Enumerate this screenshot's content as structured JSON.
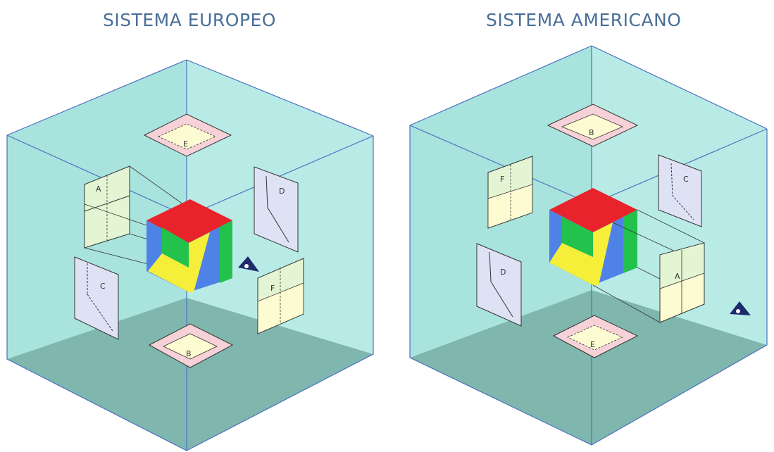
{
  "titles": {
    "left": "SISTEMA EUROPEO",
    "right": "SISTEMA AMERICANO"
  },
  "views_left": {
    "top": "E",
    "back": "A",
    "right": "D",
    "left": "C",
    "front": "F",
    "bottom": "B"
  },
  "views_right": {
    "top": "B",
    "left": "F",
    "right": "C",
    "lower_left": "D",
    "front": "A",
    "bottom": "E"
  },
  "colors": {
    "wall": "#a8e3dd",
    "floor": "#7fb6ad",
    "frame": "#4c72c2",
    "cube_top": "#e8232b",
    "cube_green": "#22c24c",
    "cube_blue": "#4f82e6",
    "cube_yellow": "#f5ef3a",
    "panel_pink": "#f6d1d8",
    "panel_cream": "#fdfbd2",
    "panel_lavender": "#dfe2f5",
    "panel_green": "#e3f5d3"
  }
}
